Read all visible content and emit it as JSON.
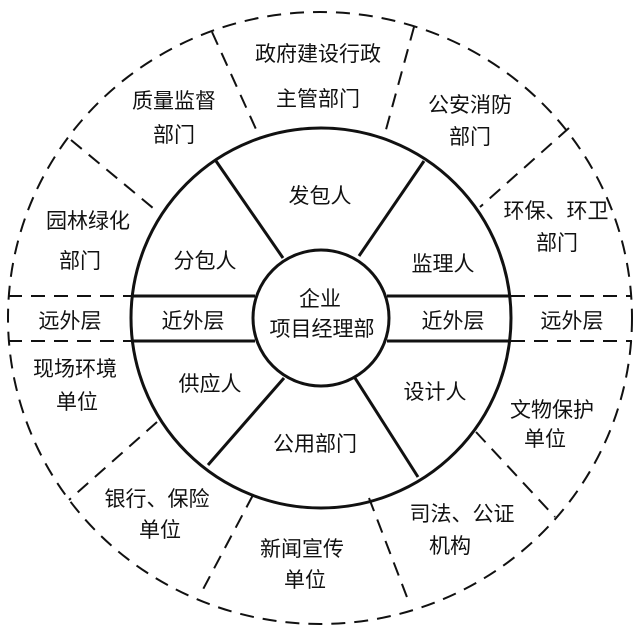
{
  "center": {
    "line1": "企业",
    "line2": "项目经理部"
  },
  "inner_ring": {
    "top": "发包人",
    "upper_left": "分包人",
    "upper_right": "监理人",
    "lower_left": "供应人",
    "lower_right": "设计人",
    "bottom": "公用部门",
    "band_left": "近外层",
    "band_right": "近外层"
  },
  "outer_ring": {
    "band_left": "远外层",
    "band_right": "远外层",
    "segments": [
      {
        "line1": "政府建设行政",
        "line2": "主管部门"
      },
      {
        "line1": "质量监督",
        "line2": "部门"
      },
      {
        "line1": "公安消防",
        "line2": "部门"
      },
      {
        "line1": "园林绿化",
        "line2": "部门"
      },
      {
        "line1": "环保、环卫",
        "line2": "部门"
      },
      {
        "line1": "现场环境",
        "line2": "单位"
      },
      {
        "line1": "文物保护",
        "line2": "单位"
      },
      {
        "line1": "银行、保险",
        "line2": "单位"
      },
      {
        "line1": "新闻宣传",
        "line2": "单位"
      },
      {
        "line1": "司法、公证",
        "line2": "机构"
      }
    ]
  }
}
